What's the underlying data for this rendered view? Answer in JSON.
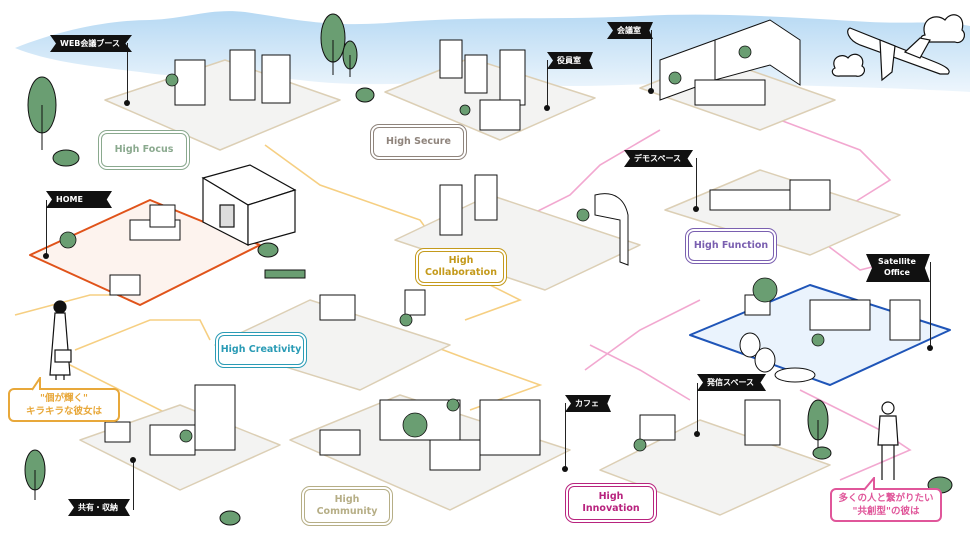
{
  "title": "Workplace zones isometric map",
  "colors": {
    "sky": "#cfe6f7",
    "floor": "#f2f2f2",
    "floor_border": "#d9cdb4",
    "tree": "#6a9e72",
    "focus": "#8aa98e",
    "secure": "#8f847c",
    "collaboration": "#c49a1c",
    "function": "#7a5fb0",
    "creativity": "#2a9bb5",
    "community": "#b6ae86",
    "innovation": "#b8237e",
    "home": "#e0531a",
    "satellite": "#1f55b8",
    "path_yellow": "#f6cf82",
    "path_pink": "#f2a8d0",
    "bubble_left": "#e8a83a",
    "bubble_right": "#e0569a"
  },
  "flags": [
    {
      "id": "web-booth",
      "label": "WEB会議ブース"
    },
    {
      "id": "executive-room",
      "label": "役員室"
    },
    {
      "id": "meeting-room",
      "label": "会議室"
    },
    {
      "id": "demo-space",
      "label": "デモスペース"
    },
    {
      "id": "home",
      "label": "HOME"
    },
    {
      "id": "satellite-office",
      "label_line1": "Satellite",
      "label_line2": "Office"
    },
    {
      "id": "broadcast-space",
      "label": "発信スペース"
    },
    {
      "id": "cafe",
      "label": "カフェ"
    },
    {
      "id": "shared-storage",
      "label": "共有・収納"
    }
  ],
  "badges": [
    {
      "id": "high-focus",
      "line1": "High Focus",
      "line2": ""
    },
    {
      "id": "high-secure",
      "line1": "High Secure",
      "line2": ""
    },
    {
      "id": "high-collaboration",
      "line1": "High",
      "line2": "Collaboration"
    },
    {
      "id": "high-function",
      "line1": "High Function",
      "line2": ""
    },
    {
      "id": "high-creativity",
      "line1": "High Creativity",
      "line2": ""
    },
    {
      "id": "high-community",
      "line1": "High",
      "line2": "Community"
    },
    {
      "id": "high-innovation",
      "line1": "High",
      "line2": "Innovation"
    }
  ],
  "bubbles": [
    {
      "id": "her",
      "line1": "\"個が輝く\"",
      "line2": "キラキラな彼女は"
    },
    {
      "id": "him",
      "line1": "多くの人と繋がりたい",
      "line2": "\"共創型\"の彼は"
    }
  ],
  "icons": [
    "airplane-icon",
    "cloud-icon",
    "tree-icon",
    "bush-icon",
    "person-icon",
    "woman-with-bag-icon",
    "man-arms-crossed-icon"
  ]
}
